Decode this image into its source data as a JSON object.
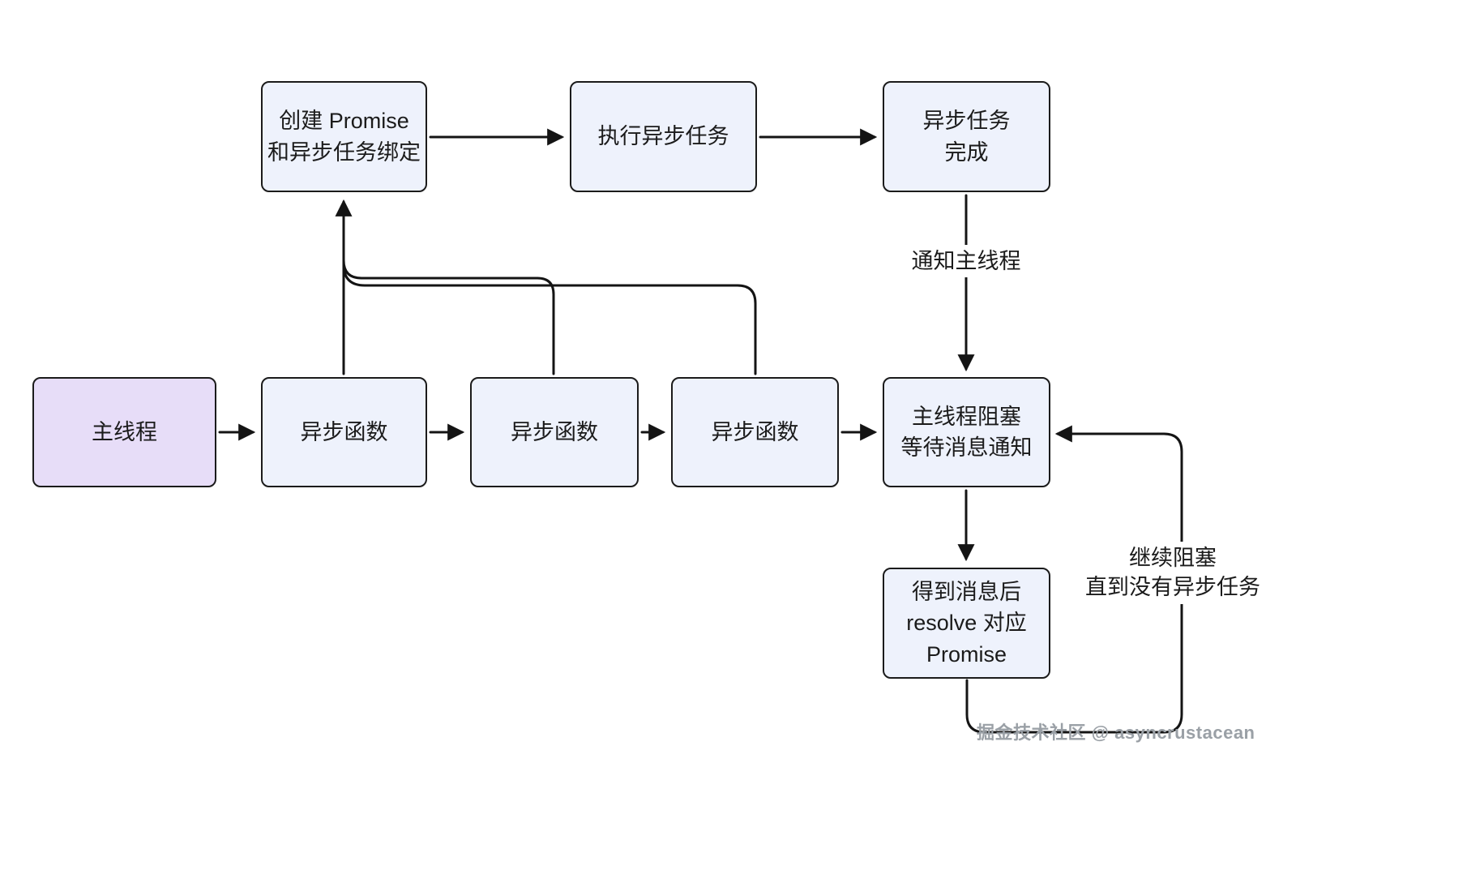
{
  "diagram": {
    "nodes": {
      "create_promise": {
        "label": "创建  Promise\n和异步任务绑定"
      },
      "execute_task": {
        "label": "执行异步任务"
      },
      "task_done": {
        "label": "异步任务\n完成"
      },
      "main_thread": {
        "label": "主线程"
      },
      "async_fn_1": {
        "label": "异步函数"
      },
      "async_fn_2": {
        "label": "异步函数"
      },
      "async_fn_3": {
        "label": "异步函数"
      },
      "blocked": {
        "label": "主线程阻塞\n等待消息通知"
      },
      "resolve": {
        "label": "得到消息后\nresolve  对应\nPromise"
      }
    },
    "edge_labels": {
      "notify": "通知主线程",
      "keep_blocking": "继续阻塞\n直到没有异步任务"
    },
    "watermark": "掘金技术社区 @ asyncrustacean",
    "colors": {
      "node_fill": "#eef2fc",
      "main_thread_fill": "#e7ddf8",
      "border": "#1b1b1b",
      "line": "#141414",
      "watermark_color": "#9aa0a6"
    }
  }
}
